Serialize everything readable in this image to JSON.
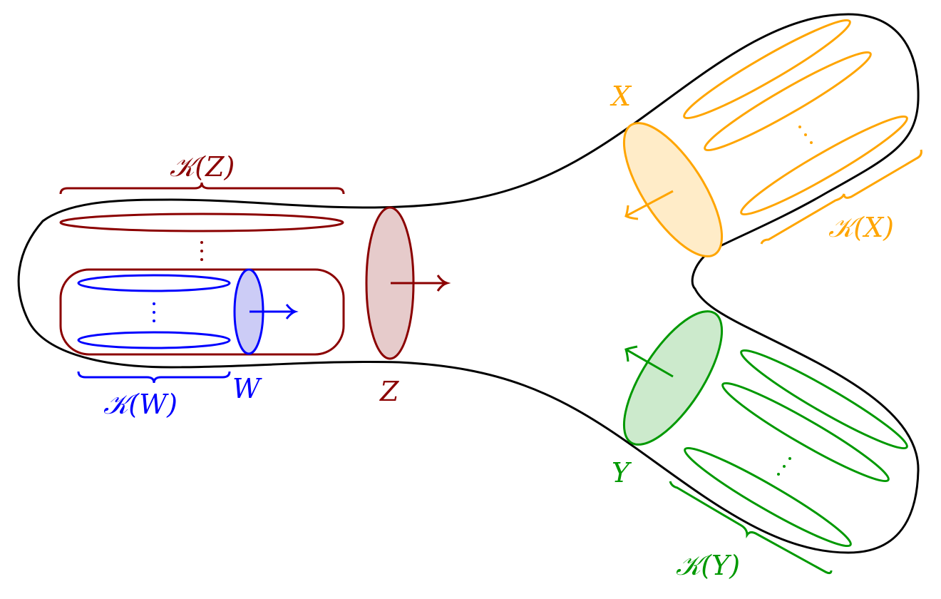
{
  "labels": {
    "kz": "𝒦(Z)",
    "kw": "𝒦(W)",
    "w": "W",
    "z": "Z",
    "x": "X",
    "kx": "𝒦(X)",
    "y": "Y",
    "ky": "𝒦(Y)"
  },
  "colors": {
    "z": "#8b0000",
    "w": "#0000ff",
    "x": "#ffa500",
    "y": "#009900",
    "outline": "#000000"
  }
}
